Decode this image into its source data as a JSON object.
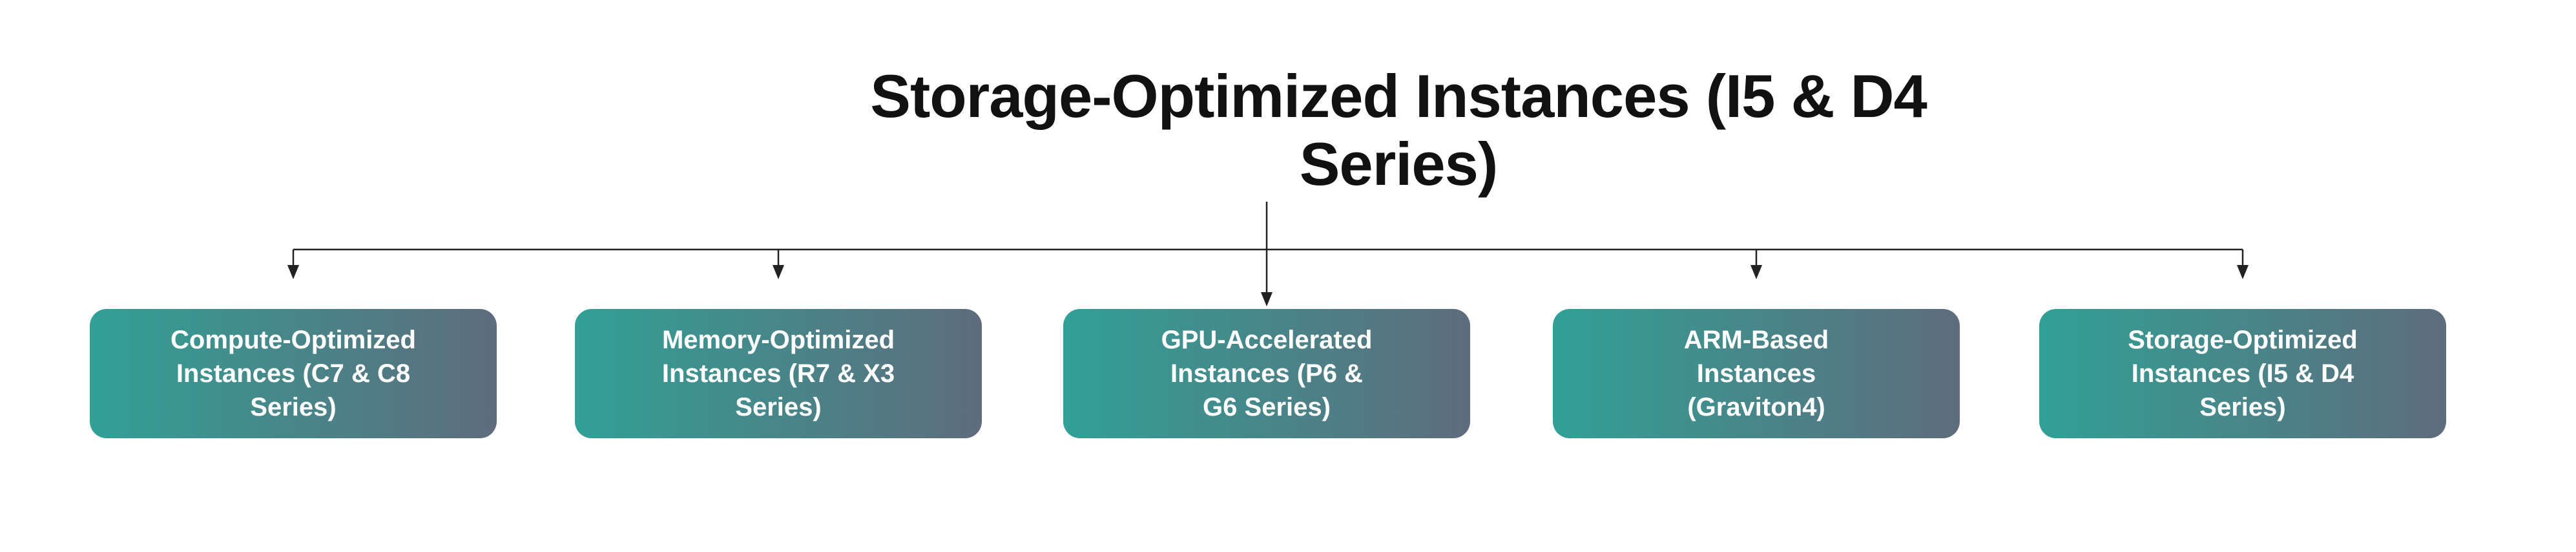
{
  "diagram": {
    "title": "Storage-Optimized Instances (I5 & D4\nSeries)",
    "nodes": [
      {
        "id": "compute-optimized",
        "label": "Compute-Optimized\nInstances (C7 & C8\nSeries)"
      },
      {
        "id": "memory-optimized",
        "label": "Memory-Optimized\nInstances (R7 & X3\nSeries)"
      },
      {
        "id": "gpu-accelerated",
        "label": "GPU-Accelerated\nInstances (P6 &\nG6 Series)"
      },
      {
        "id": "arm-based",
        "label": "ARM-Based\nInstances\n(Graviton4)"
      },
      {
        "id": "storage-optimized",
        "label": "Storage-Optimized\nInstances (I5 & D4\nSeries)"
      }
    ],
    "colors": {
      "background": "#ffffff",
      "title_text": "#111111",
      "connector": "#222222",
      "node_gradient_start": "#31A096",
      "node_gradient_end": "#5E6C7D",
      "node_text": "#ffffff"
    }
  }
}
